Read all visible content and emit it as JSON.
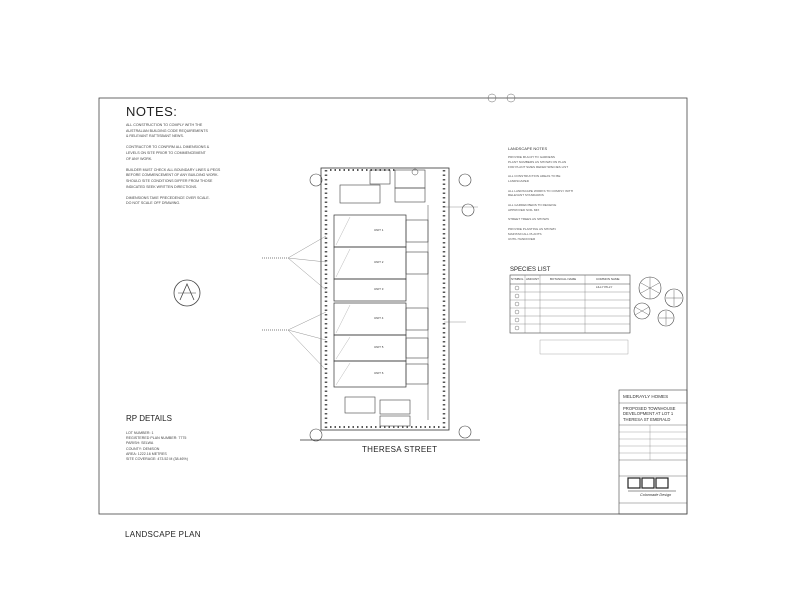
{
  "notes": {
    "title": "NOTES:",
    "lines": [
      "ALL CONSTRUCTION TO COMPLY WITH THE",
      "AUSTRALIAN BUILDING CODE REQUIREMENTS",
      "& RELEVANT RATTISBANT NEWS.",
      "",
      "CONTRACTOR TO CONFIRM ALL DIMENSIONS &",
      "LEVELS ON SITE PRIOR TO COMMENCEMENT",
      "OF ANY WORK.",
      "",
      "BUILDER MUST CHECK ALL BOUNDARY LINES & PEGS",
      "BEFORE COMMENCEMENT OF ANY BUILDING WORK.",
      "SHOULD SITE CONDITIONS DIFFER FROM THOSE",
      "INDICATED SEEK WRITTEN DIRECTIONS.",
      "",
      "DIMENSIONS TAKE PRECEDENCE OVER SCALE.",
      "DO NOT SCALE OFF DRAWING."
    ]
  },
  "landscape_notes": {
    "title": "LANDSCAPE NOTES",
    "lines": [
      "PROVIDE MULCH TO GARDENS",
      "PLANT NUMBERS AS SHOWN ON PLAN",
      "FOR PLANT SIZES REFER SPECIES LIST",
      "",
      "ALL CONSTRUCTION AREAS TO BE",
      "LANDSCAPED",
      "",
      "ALL LANDSCAPE WORKS TO COMPLY WITH",
      "RELEVANT STANDARDS",
      "",
      "ALL GARDEN BEDS TO RECEIVE",
      "APPROVED SOIL MIX",
      "",
      "STREET TREES AS SHOWN",
      "",
      "PROVIDE PLANTING AS SHOWN",
      "MAINTAIN ALL PLANTS",
      "UNTIL HANDOVER"
    ]
  },
  "species_list": {
    "title": "SPECIES LIST",
    "headers": [
      "SYMBOL",
      "AMOUNT",
      "BOTANICAL NAME",
      "COMMON NAME"
    ],
    "rows": [
      [
        "",
        "",
        "",
        "LILLY PILLY"
      ],
      [
        "",
        "",
        "",
        ""
      ],
      [
        "",
        "",
        "",
        ""
      ],
      [
        "",
        "",
        "",
        ""
      ],
      [
        "",
        "",
        "",
        ""
      ],
      [
        "",
        "",
        "",
        ""
      ],
      [
        "",
        "",
        "",
        ""
      ]
    ]
  },
  "rp_details": {
    "title": "RP DETAILS",
    "lines": [
      "LOT NUMBER: 1",
      "REGISTERED PLAN NUMBER: 7775",
      "PARISH: SELWA",
      "COUNTY: DENISON",
      "AREA: 1222.16 METRES",
      "SITE COVERAGE: 473.52 M (38.46%)"
    ]
  },
  "plan": {
    "title": "LANDSCAPE PLAN",
    "street": "THERESA STREET",
    "units": [
      "UNIT 1",
      "UNIT 2",
      "UNIT 3",
      "UNIT 4",
      "UNIT 5",
      "UNIT 6"
    ]
  },
  "title_block": {
    "client": "MELDRAYLY HOMES",
    "project": "PROPOSED TOWNHOUSE DEVELOPMENT AT LOT 1 THERESA ST EMERALD",
    "firm": "Colonnade Design"
  }
}
